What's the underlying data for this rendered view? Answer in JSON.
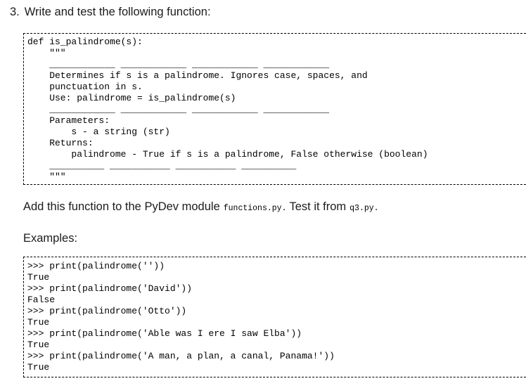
{
  "page": {
    "background": "#ffffff",
    "text_color": "#1c1c1c",
    "code_color": "#000000",
    "box_border_color": "#000000",
    "box_border_style": "dashed"
  },
  "question": {
    "number": "3.",
    "title": "Write and test the following function:"
  },
  "function_box": {
    "lines": [
      "def is_palindrome(s):",
      "    \"\"\"",
      "    ____________ ____________ ____________ ____________",
      "    Determines if s is a palindrome. Ignores case, spaces, and",
      "    punctuation in s.",
      "    Use: palindrome = is_palindrome(s)",
      "    ____________ ____________ ____________ ____________",
      "    Parameters:",
      "        s - a string (str)",
      "    Returns:",
      "        palindrome - True if s is a palindrome, False otherwise (boolean)",
      "    __________ ___________ ___________ __________",
      "    \"\"\""
    ]
  },
  "instruction": {
    "text_before_module": "Add this function to the PyDev module",
    "module_file": "functions.py.",
    "text_between": "Test it from",
    "test_file": "q3.py."
  },
  "examples_section": {
    "heading": "Examples:",
    "lines": [
      ">>> print(palindrome(''))",
      "True",
      ">>> print(palindrome('David'))",
      "False",
      ">>> print(palindrome('Otto'))",
      "True",
      ">>> print(palindrome('Able was I ere I saw Elba'))",
      "True",
      ">>> print(palindrome('A man, a plan, a canal, Panama!'))",
      "True"
    ]
  }
}
